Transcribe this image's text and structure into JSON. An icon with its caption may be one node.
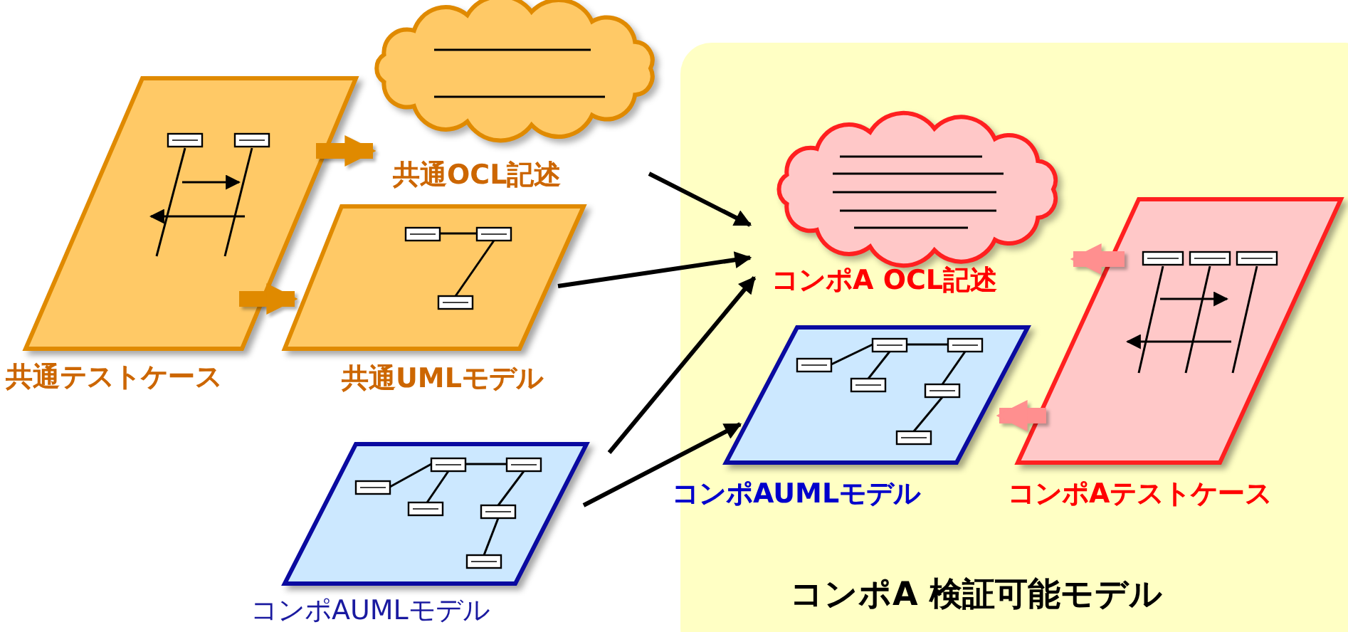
{
  "diagram": {
    "nodes": [
      {
        "text": [
          "共通テストケース"
        ]
      },
      {
        "text": [
          "共通OCL記述"
        ]
      },
      {
        "text": [
          "共通UMLモデル"
        ]
      },
      {
        "text": [
          "コンポAUMLモデル"
        ]
      },
      {
        "text": [
          "コンポA 検証可能モデル"
        ]
      },
      {
        "text": [
          "コンポA OCL記述"
        ],
        "in": 4
      },
      {
        "text": [
          "コンポAUMLモデル"
        ],
        "in": 4
      },
      {
        "text": [
          "コンポAテストケース"
        ],
        "in": 4
      }
    ],
    "edges": [
      {
        "from": 0,
        "to": 1,
        "arrow": "to",
        "style": "thick",
        "color": "#e08a00"
      },
      {
        "from": 0,
        "to": 2,
        "arrow": "to",
        "style": "thick",
        "color": "#e08a00"
      },
      {
        "from": 1,
        "to": 5,
        "arrow": "to"
      },
      {
        "from": 2,
        "to": 5,
        "arrow": "to"
      },
      {
        "from": 3,
        "to": 5,
        "arrow": "to"
      },
      {
        "from": 3,
        "to": 6,
        "arrow": "to"
      },
      {
        "from": 7,
        "to": 5,
        "arrow": "to",
        "style": "thick",
        "color": "#ff8f8f"
      },
      {
        "from": 7,
        "to": 6,
        "arrow": "to",
        "style": "thick",
        "color": "#ff8f8f"
      }
    ]
  }
}
